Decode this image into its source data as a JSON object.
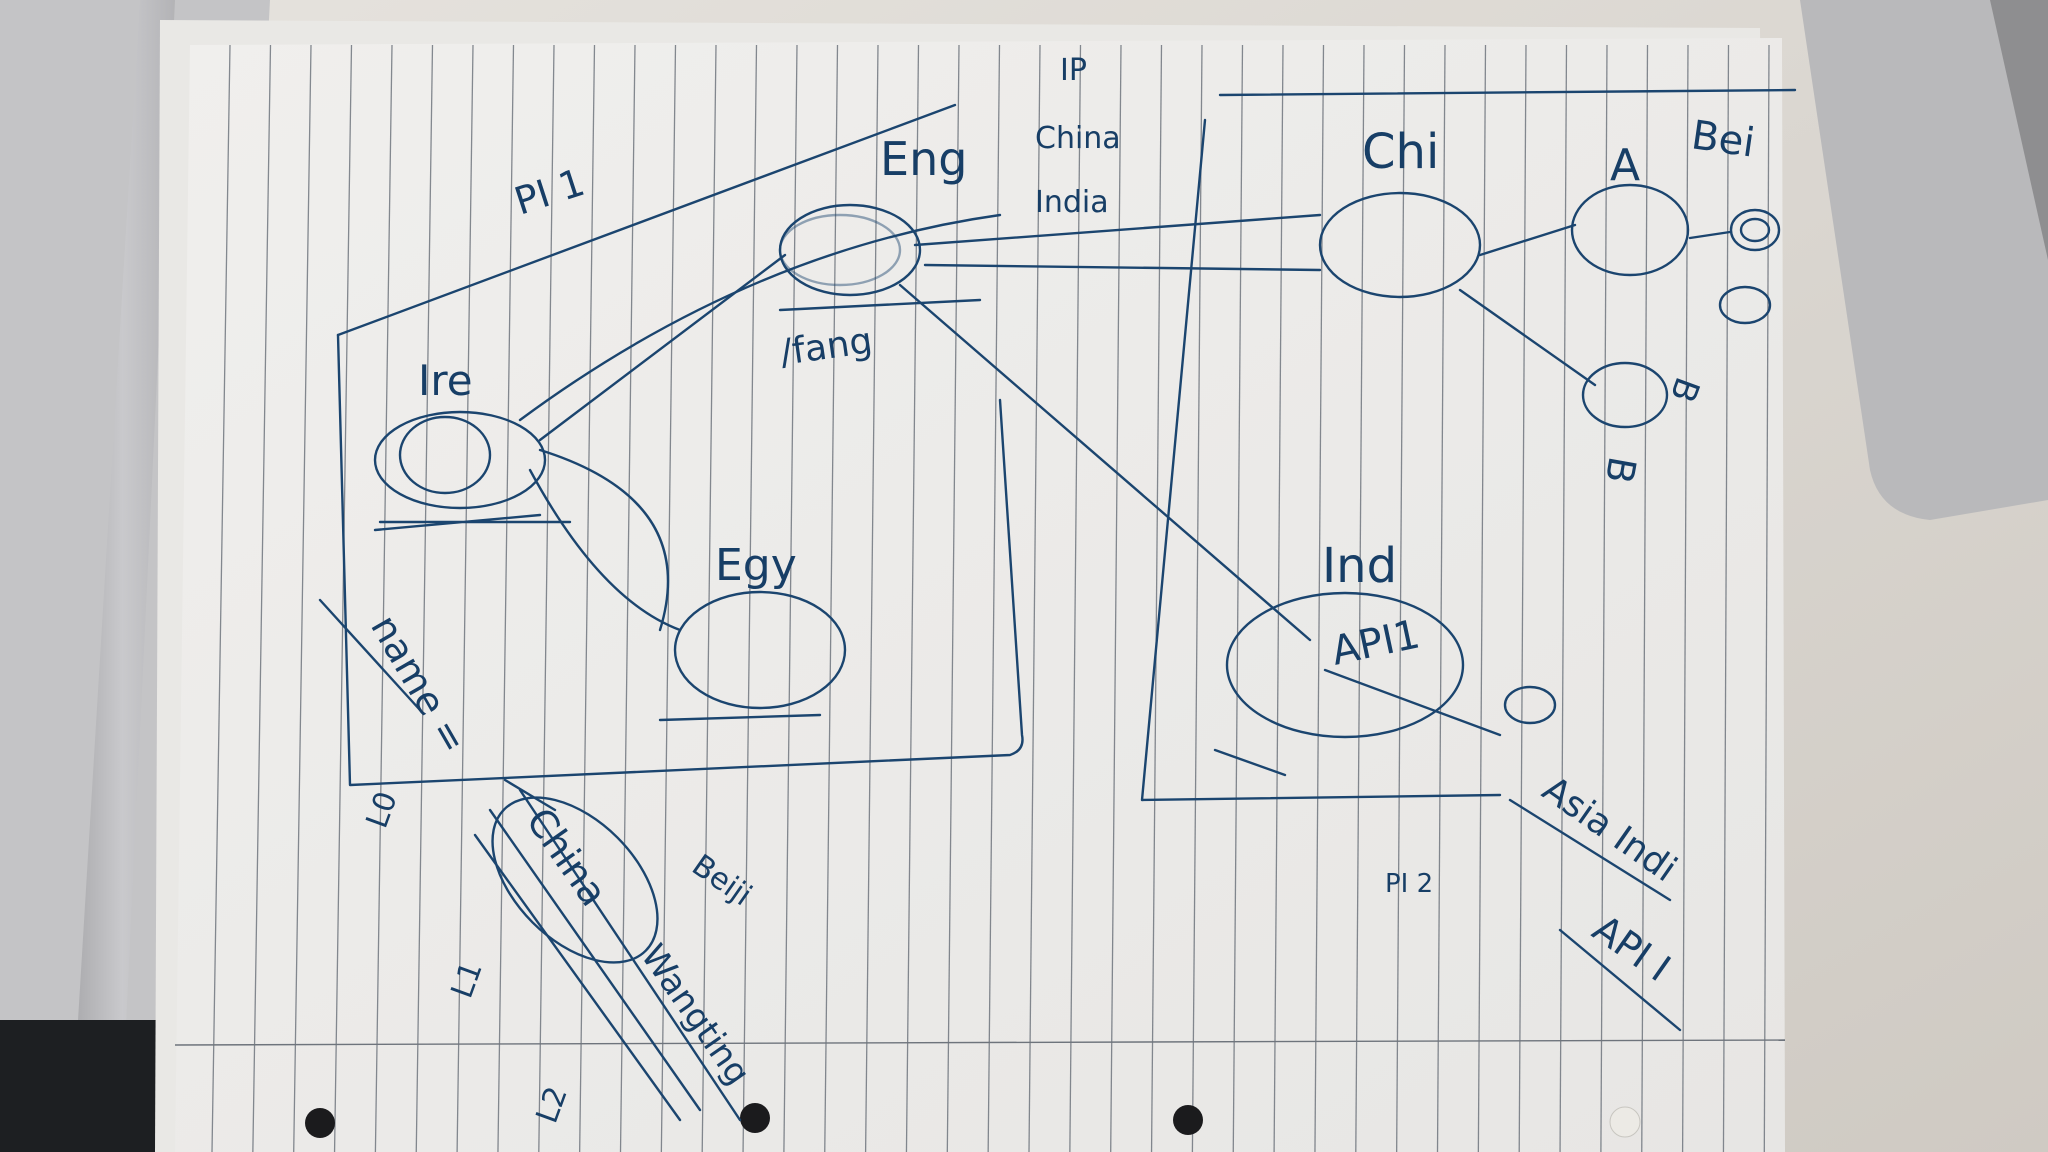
{
  "photo": {
    "subject": "handwritten network diagram sketch on lined paper",
    "ink_color": "#1b456f",
    "paper_color": "#f3f2f0",
    "rule_color": "#5f6670"
  },
  "sketch": {
    "part_one_label": "PI 1",
    "part_two_label": "PI 2",
    "ip_note": {
      "heading": "IP",
      "line1": "China",
      "line2": "India"
    },
    "nodes": {
      "ire": "Ire",
      "eng": "Eng",
      "eng_note": "/fang",
      "egy": "Egy",
      "chi": "Chi",
      "ind": "Ind",
      "ind_inner": "API1",
      "bei": "Bei",
      "a": "A",
      "b": "B",
      "bottom_b": "B"
    },
    "notes": {
      "name": "name =",
      "asia_india": "Asia Indi",
      "api_i": "API I",
      "china": "China",
      "beiji": "Beiji",
      "wangting": "Wangting",
      "l0": "L0",
      "l1": "L1",
      "l2": "L2"
    }
  }
}
